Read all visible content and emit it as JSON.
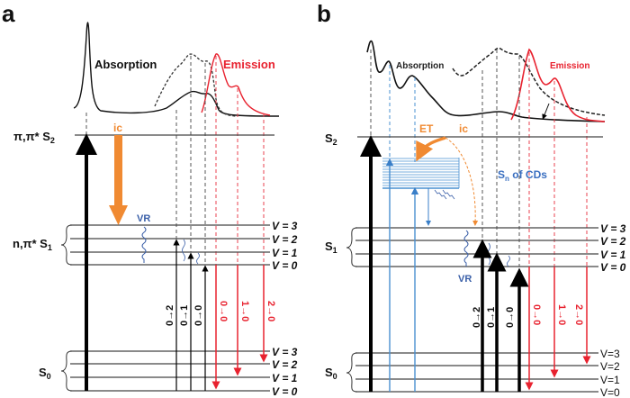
{
  "panel_a": {
    "letter": "a",
    "absorption_label": "Absorption",
    "emission_label": "Emission",
    "s2_label": "π,π* S",
    "s2_sub": "2",
    "s1_label": "n,π* S",
    "s1_sub": "1",
    "s0_label": "S",
    "s0_sub": "0",
    "ic_label": "ic",
    "vr_label": "VR",
    "s1_levels": [
      "V = 3",
      "V = 2",
      "V = 1",
      "V = 0"
    ],
    "s0_levels": [
      "V = 3",
      "V = 2",
      "V = 1",
      "V = 0"
    ],
    "absorption_transitions": [
      "0→2",
      "0→1",
      "0→0"
    ],
    "emission_transitions": [
      "0→0",
      "1→0",
      "2→0"
    ]
  },
  "panel_b": {
    "letter": "b",
    "absorption_label": "Absorption",
    "emission_label": "Emission",
    "s2_label": "S",
    "s2_sub": "2",
    "s1_label": "S",
    "s1_sub": "1",
    "s0_label": "S",
    "s0_sub": "0",
    "et_label": "ET",
    "ic_label": "ic",
    "vr_label": "VR",
    "sn_label": "S",
    "sn_sub": "n",
    "sn_suffix": " of CDs",
    "s1_levels": [
      "V = 3",
      "V = 2",
      "V = 1",
      "V = 0"
    ],
    "s0_levels": [
      "V=3",
      "V=2",
      "V=1",
      "V=0"
    ],
    "absorption_transitions": [
      "0→2",
      "0→1",
      "0→0"
    ],
    "emission_transitions": [
      "0→0",
      "1→0",
      "2→0"
    ]
  },
  "colors": {
    "emission": "#e8222f",
    "ic": "#f08a32",
    "vr": "#3a5fa8",
    "cds": "#4a90d0"
  }
}
